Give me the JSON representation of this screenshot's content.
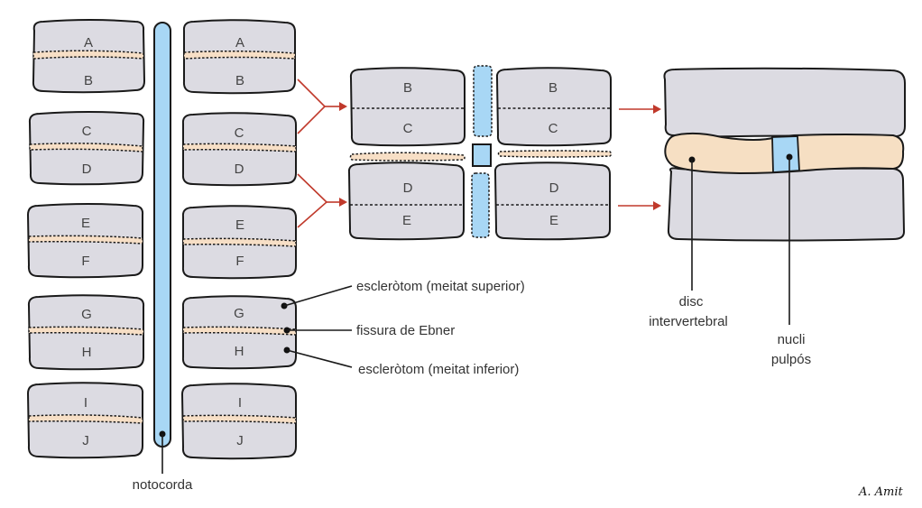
{
  "diagram": {
    "left_column": {
      "blocks": [
        {
          "top": "A",
          "bottom": "B"
        },
        {
          "top": "C",
          "bottom": "D"
        },
        {
          "top": "E",
          "bottom": "F"
        },
        {
          "top": "G",
          "bottom": "H"
        },
        {
          "top": "I",
          "bottom": "J"
        }
      ]
    },
    "right_column": {
      "blocks": [
        {
          "top": "A",
          "bottom": "B"
        },
        {
          "top": "C",
          "bottom": "D"
        },
        {
          "top": "E",
          "bottom": "F"
        },
        {
          "top": "G",
          "bottom": "H"
        },
        {
          "top": "I",
          "bottom": "J"
        }
      ]
    },
    "resegmented": {
      "blocks": [
        {
          "top": "B",
          "bottom": "C"
        },
        {
          "top": "B",
          "bottom": "C"
        },
        {
          "top": "D",
          "bottom": "E"
        },
        {
          "top": "D",
          "bottom": "E"
        }
      ]
    },
    "labels": {
      "notochord": "notocorda",
      "sclerotome_upper": "escleròtom (meitat superior)",
      "ebner_fissure": "fissura de Ebner",
      "sclerotome_lower": "escleròtom (meitat inferior)",
      "disc_line1": "disc",
      "disc_line2": "intervertebral",
      "nucleus_line1": "nucli",
      "nucleus_line2": "pulpós"
    },
    "signature": "A. Amit",
    "colors": {
      "vertebra": "#dcdbe2",
      "notochord": "#a8d7f5",
      "disc": "#f6dfc3",
      "arrow": "#c0392b"
    }
  }
}
